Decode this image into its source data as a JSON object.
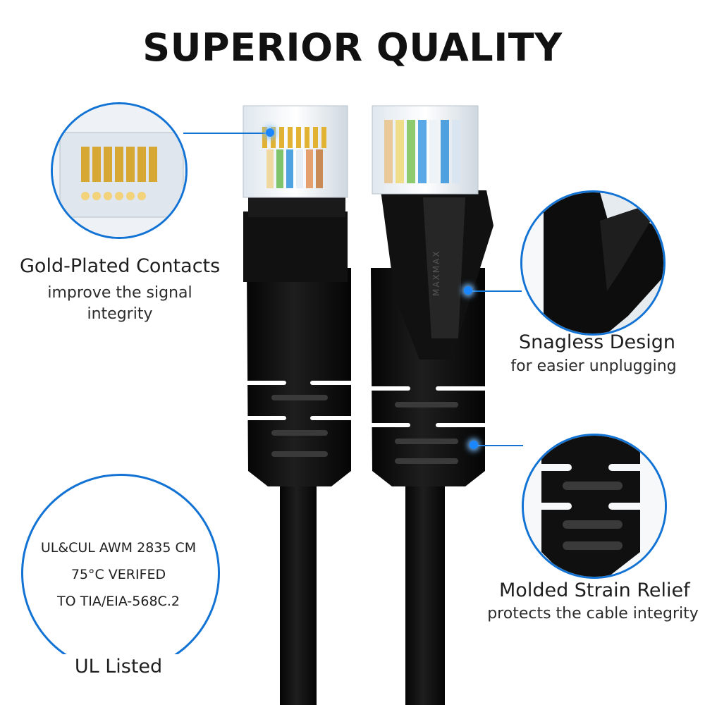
{
  "header": {
    "title": "SUPERIOR QUALITY"
  },
  "features": {
    "gold_contacts": {
      "title": "Gold-Plated Contacts",
      "subtitle_line1": "improve the signal",
      "subtitle_line2": "integrity"
    },
    "snagless": {
      "title": "Snagless Design",
      "subtitle": "for easier unplugging"
    },
    "strain_relief": {
      "title": "Molded Strain Relief",
      "subtitle": "protects the cable integrity"
    },
    "ul": {
      "spec_line1": "UL&CUL AWM 2835 CM",
      "spec_line2": "75°C VERIFED",
      "spec_line3": "TO TIA/EIA-568C.2",
      "title": "UL Listed"
    }
  },
  "product": {
    "boot_marking": "MAXMAX"
  },
  "colors": {
    "accent": "#1273d4",
    "title": "#111111",
    "cable": "#0d0d0d"
  }
}
